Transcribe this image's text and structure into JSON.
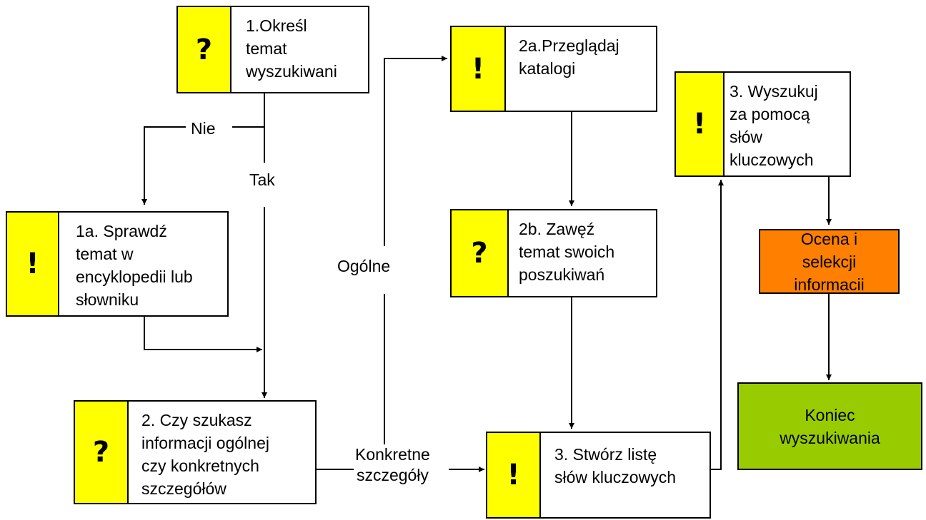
{
  "boxes": {
    "define_topic": {
      "icon": "?",
      "text": "1.Określ\ntemat\nwyszukiwani"
    },
    "check_encyclopedia": {
      "icon": "!",
      "text": "1a. Sprawdź\ntemat w\nencyklopedii lub\nsłowniku"
    },
    "general_or_specific": {
      "icon": "?",
      "text": "2. Czy szukasz\ninformacji ogólnej\nczy konkretnych\nszczegółów"
    },
    "browse_catalogs": {
      "icon": "!",
      "text": "2a.Przeglądaj\nkatalogi"
    },
    "narrow_topic": {
      "icon": "?",
      "text": "2b. Zawęź\ntemat swoich\nposzukiwań"
    },
    "keyword_list": {
      "icon": "!",
      "text": "3. Stwórz listę\nsłów kluczowych"
    },
    "keyword_search": {
      "icon": "!",
      "text": "3. Wyszukuj\nza pomocą\nsłów\nkluczowych"
    },
    "evaluation": {
      "text": "Ocena i\nselekcji\ninformacii",
      "color": "#ff7f00"
    },
    "end": {
      "text": "Koniec\nwyszukiwania",
      "color": "#99cc00"
    }
  },
  "labels": {
    "no": "Nie",
    "yes": "Tak",
    "general": "Ogólne",
    "specific": "Konkretne\nszczegóły"
  },
  "icon_color": "#ffff00"
}
